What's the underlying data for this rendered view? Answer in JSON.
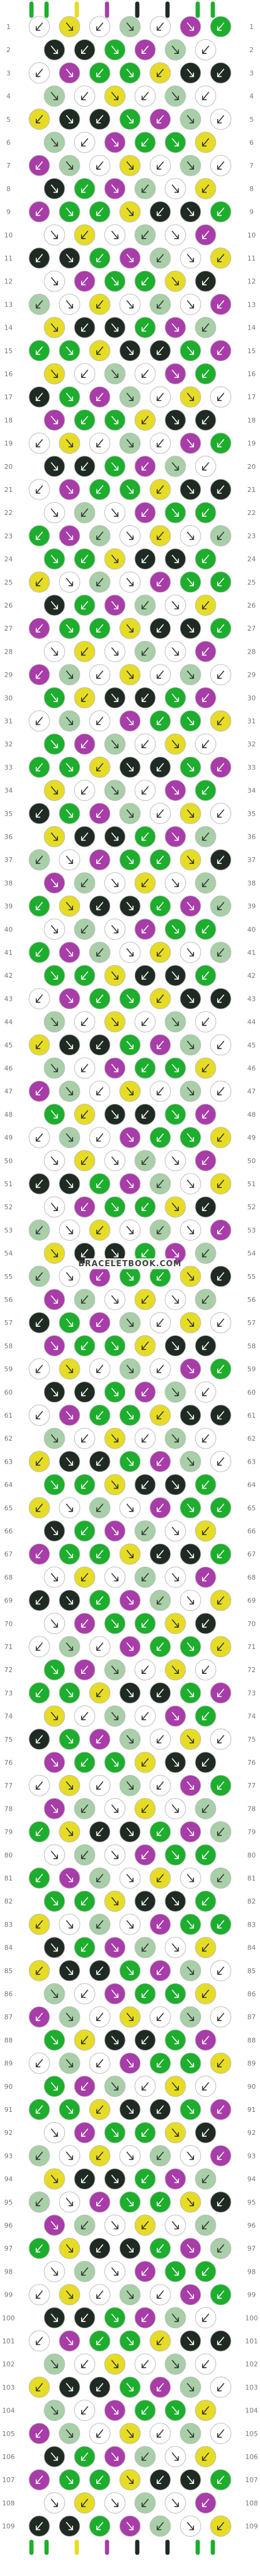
{
  "watermark": "BRACELETBOOK.COM",
  "pattern": {
    "row_count": 109,
    "knots_per_wide_row": 7,
    "knots_per_narrow_row": 6
  },
  "colors": {
    "white": "#ffffff",
    "mint": "#a8cfa8",
    "green": "#1cae2c",
    "dark": "#1f2a22",
    "purple": "#a83ca8",
    "yellow": "#e6dc25"
  },
  "strings": [
    "green",
    "green",
    "white",
    "yellow",
    "white",
    "purple",
    "white",
    "dark",
    "white",
    "dark",
    "white",
    "green",
    "green",
    "white"
  ],
  "palette_cycle": [
    "white",
    "mint",
    "green",
    "dark",
    "purple",
    "yellow",
    "white",
    "green",
    "dark",
    "mint",
    "white",
    "purple",
    "yellow",
    "green"
  ]
}
